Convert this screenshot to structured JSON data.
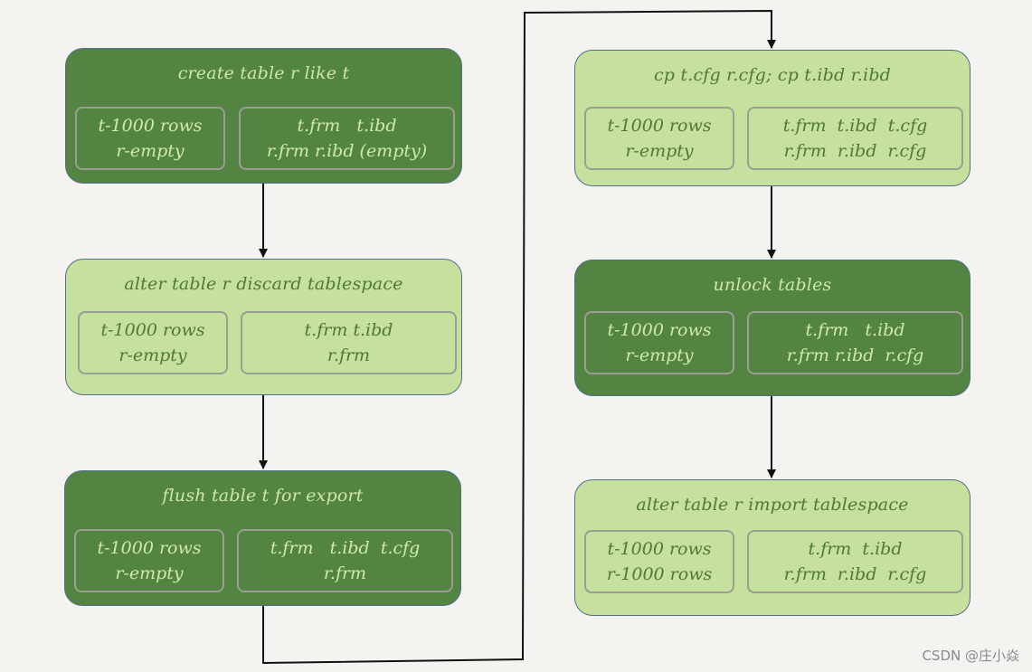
{
  "steps": [
    {
      "title": "create table r like t",
      "left": [
        "t-1000 rows",
        "r-empty"
      ],
      "right": [
        "t.frm   t.ibd",
        "r.frm r.ibd (empty)"
      ]
    },
    {
      "title": "alter table r discard tablespace",
      "left": [
        "t-1000 rows",
        "r-empty"
      ],
      "right": [
        "t.frm t.ibd",
        "r.frm"
      ]
    },
    {
      "title": "flush table t for export",
      "left": [
        "t-1000 rows",
        "r-empty"
      ],
      "right": [
        "t.frm   t.ibd  t.cfg",
        "r.frm"
      ]
    },
    {
      "title": "cp t.cfg r.cfg; cp t.ibd r.ibd",
      "left": [
        "t-1000 rows",
        "r-empty"
      ],
      "right": [
        "t.frm  t.ibd  t.cfg",
        "r.frm  r.ibd  r.cfg"
      ]
    },
    {
      "title": "unlock tables",
      "left": [
        "t-1000 rows",
        "r-empty"
      ],
      "right": [
        "t.frm   t.ibd",
        "r.frm r.ibd  r.cfg"
      ]
    },
    {
      "title": "alter table r import tablespace",
      "left": [
        "t-1000 rows",
        "r-1000 rows"
      ],
      "right": [
        "t.frm  t.ibd",
        "r.frm  r.ibd  r.cfg"
      ]
    }
  ],
  "colors": {
    "dark_box": "#548441",
    "light_box": "#c6e09e",
    "border": "#4f6f8c",
    "arrow": "#111111",
    "background": "#f4f3ef"
  },
  "watermark": "CSDN @庄小焱"
}
